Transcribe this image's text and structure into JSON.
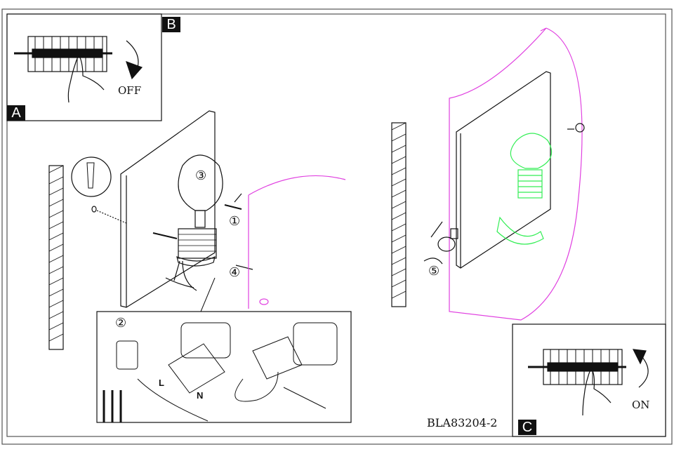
{
  "panels": {
    "a": {
      "label": "A",
      "switch_text": "OFF"
    },
    "b": {
      "label": "B"
    },
    "c": {
      "label": "C",
      "switch_text": "ON"
    }
  },
  "steps": [
    "①",
    "②",
    "③",
    "④",
    "⑤"
  ],
  "wiring": {
    "live": "L",
    "neutral": "N"
  },
  "model_code": "BLA83204-2",
  "colors": {
    "line": "#111111",
    "shade": "#e040e0",
    "lamp_highlight": "#33ee55"
  }
}
